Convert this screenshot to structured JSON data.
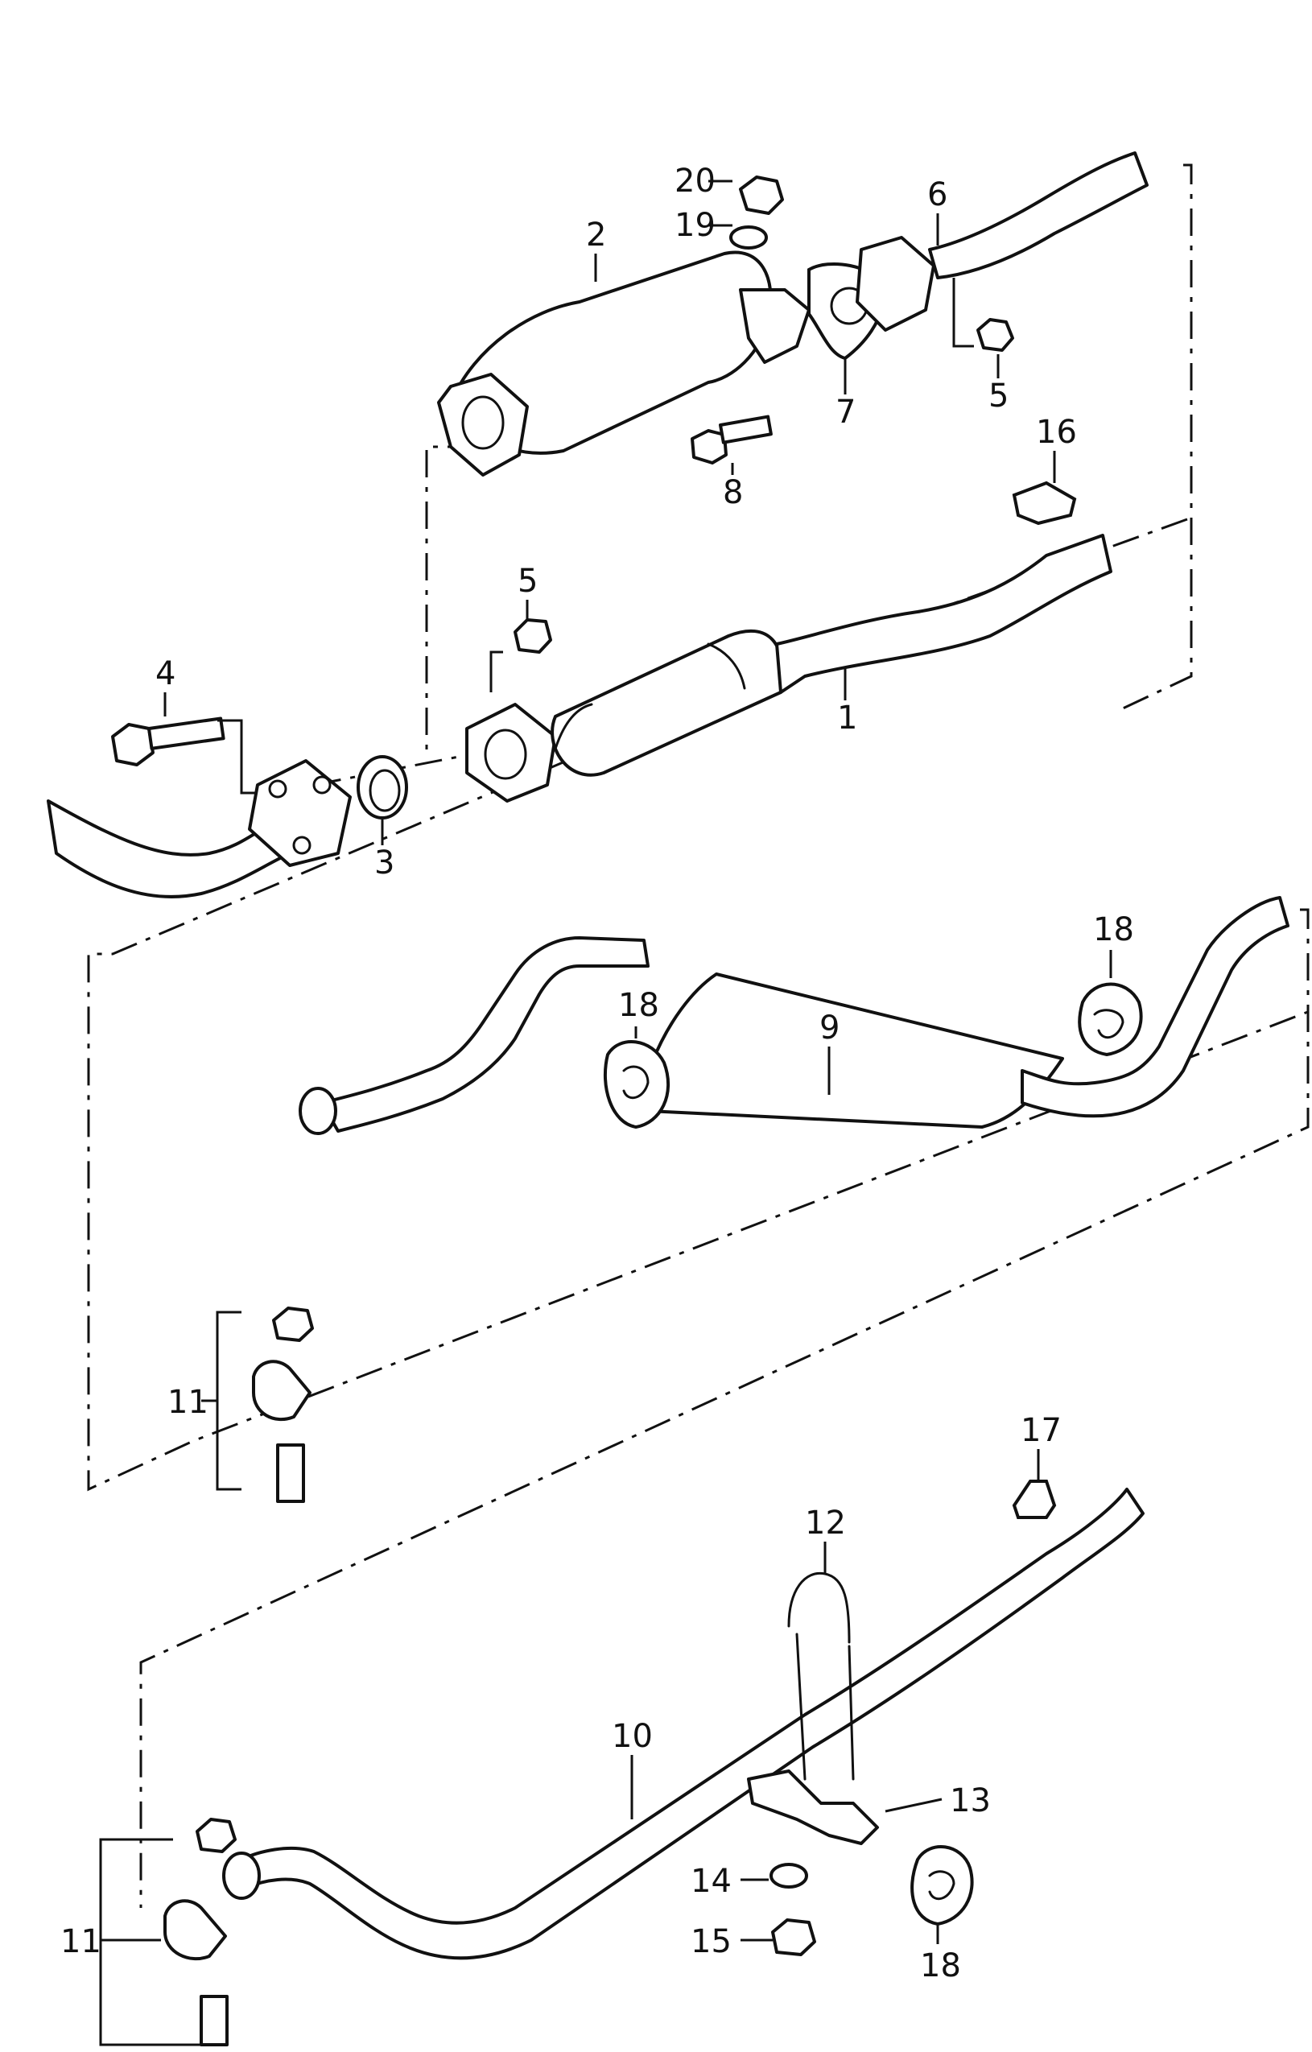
{
  "callouts": [
    {
      "id": "c20",
      "label": "20"
    },
    {
      "id": "c19",
      "label": "19"
    },
    {
      "id": "c2",
      "label": "2"
    },
    {
      "id": "c6",
      "label": "6"
    },
    {
      "id": "c7",
      "label": "7"
    },
    {
      "id": "c5a",
      "label": "5"
    },
    {
      "id": "c16",
      "label": "16"
    },
    {
      "id": "c8",
      "label": "8"
    },
    {
      "id": "c5b",
      "label": "5"
    },
    {
      "id": "c4",
      "label": "4"
    },
    {
      "id": "c1",
      "label": "1"
    },
    {
      "id": "c3",
      "label": "3"
    },
    {
      "id": "c18a",
      "label": "18"
    },
    {
      "id": "c18b",
      "label": "18"
    },
    {
      "id": "c9",
      "label": "9"
    },
    {
      "id": "c11a",
      "label": "11"
    },
    {
      "id": "c17",
      "label": "17"
    },
    {
      "id": "c12",
      "label": "12"
    },
    {
      "id": "c10",
      "label": "10"
    },
    {
      "id": "c13",
      "label": "13"
    },
    {
      "id": "c14",
      "label": "14"
    },
    {
      "id": "c11b",
      "label": "11"
    },
    {
      "id": "c15",
      "label": "15"
    },
    {
      "id": "c18c",
      "label": "18"
    }
  ],
  "colors": {
    "line": "#111111",
    "background": "#ffffff"
  }
}
